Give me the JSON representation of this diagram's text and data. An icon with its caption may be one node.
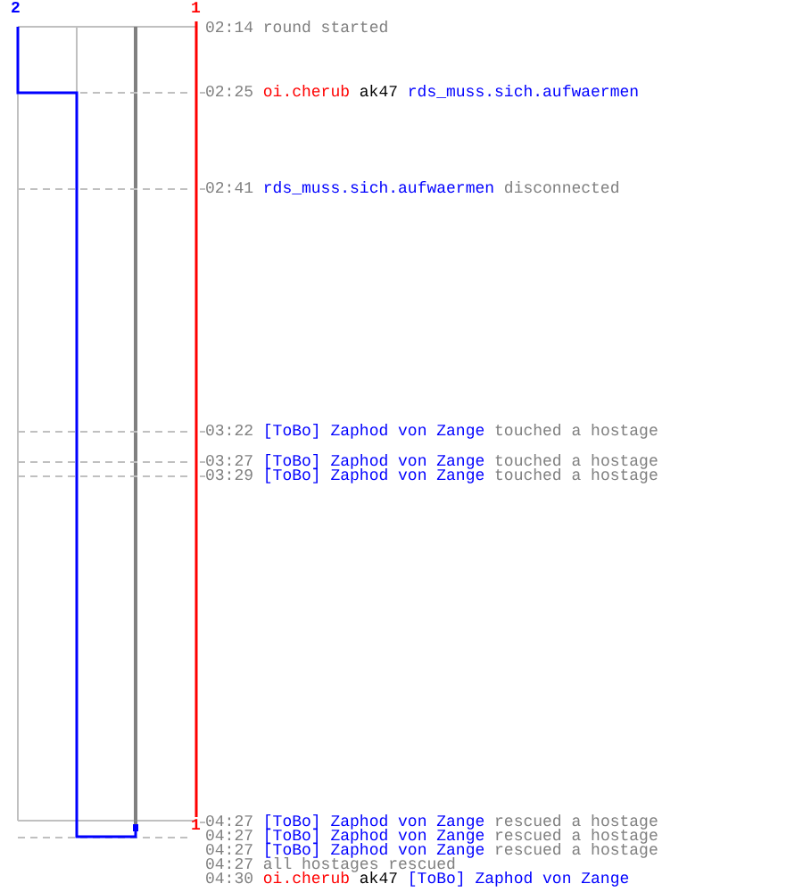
{
  "diagram": {
    "labels": [
      "2",
      "1",
      "02:14",
      "round started",
      "02:25",
      "oi.cherub",
      "ak47",
      "rds_muss.sich.aufwaermen",
      "02:41",
      "rds_muss.sich.aufwaermen",
      "disconnected",
      "03:22",
      "[ToBo] Zaphod von Zange",
      "touched a hostage",
      "03:27",
      "[ToBo] Zaphod von Zange",
      "touched a hostage",
      "03:29",
      "[ToBo] Zaphod von Zange",
      "touched a hostage",
      "04:27",
      "[ToBo] Zaphod von Zange",
      "rescued a hostage",
      "04:27",
      "[ToBo] Zaphod von Zange",
      "rescued a hostage",
      "04:27",
      "[ToBo] Zaphod von Zange",
      "rescued a hostage",
      "04:27",
      "all hostages rescued",
      "04:30",
      "oi.cherub",
      "ak47",
      "[ToBo] Zaphod von Zange",
      "1"
    ]
  }
}
